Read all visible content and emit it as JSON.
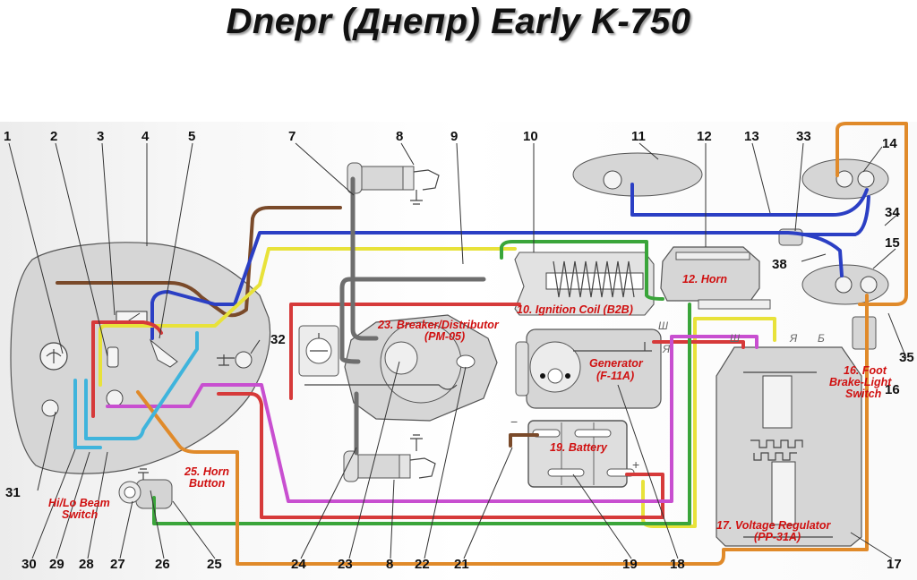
{
  "title": "Dnepr (Днепр) Early K-750",
  "callouts_top": [
    "1",
    "2",
    "3",
    "4",
    "5",
    "7",
    "8",
    "9",
    "10",
    "11",
    "12",
    "13",
    "33",
    "14"
  ],
  "callouts_bottom": [
    "30",
    "29",
    "28",
    "27",
    "26",
    "25",
    "24",
    "23",
    "8",
    "22",
    "21",
    "19",
    "18",
    "17"
  ],
  "callouts_side": {
    "c34": "34",
    "c15": "15",
    "c38": "38",
    "c35": "35",
    "c32": "32",
    "c31": "31",
    "c16": "16"
  },
  "component_labels": {
    "ignition_coil": "10. Ignition Coil (B2B)",
    "horn": "12. Horn",
    "breaker_line1": "23. Breaker/Distributor",
    "breaker_line2": "(PM-05)",
    "generator_line1": "Generator",
    "generator_line2": "(F-11A)",
    "battery": "19. Battery",
    "foot_line1": "16. Foot",
    "foot_line2": "Brake-Light",
    "foot_line3": "Switch",
    "regulator_line1": "17. Voltage Regulator",
    "regulator_line2": "(PP-31A)",
    "horn_button_line1": "25. Horn",
    "horn_button_line2": "Button",
    "beam_line1": "Hi/Lo Beam",
    "beam_line2": "Switch"
  },
  "terminal_marks": {
    "sh": "Ш",
    "ya": "Я",
    "b": "Б",
    "sh2": "Ш",
    "ya2": "Я",
    "minus": "−",
    "plus": "+"
  },
  "wire_colors": {
    "brown": "#7a4a2a",
    "blue": "#2b3fc4",
    "yellow": "#e8e23a",
    "red": "#d63a3a",
    "green": "#3aa53a",
    "magenta": "#c84fd0",
    "orange": "#e08a2a",
    "cyan": "#3fb4dc",
    "gray": "#6e6e6e"
  }
}
